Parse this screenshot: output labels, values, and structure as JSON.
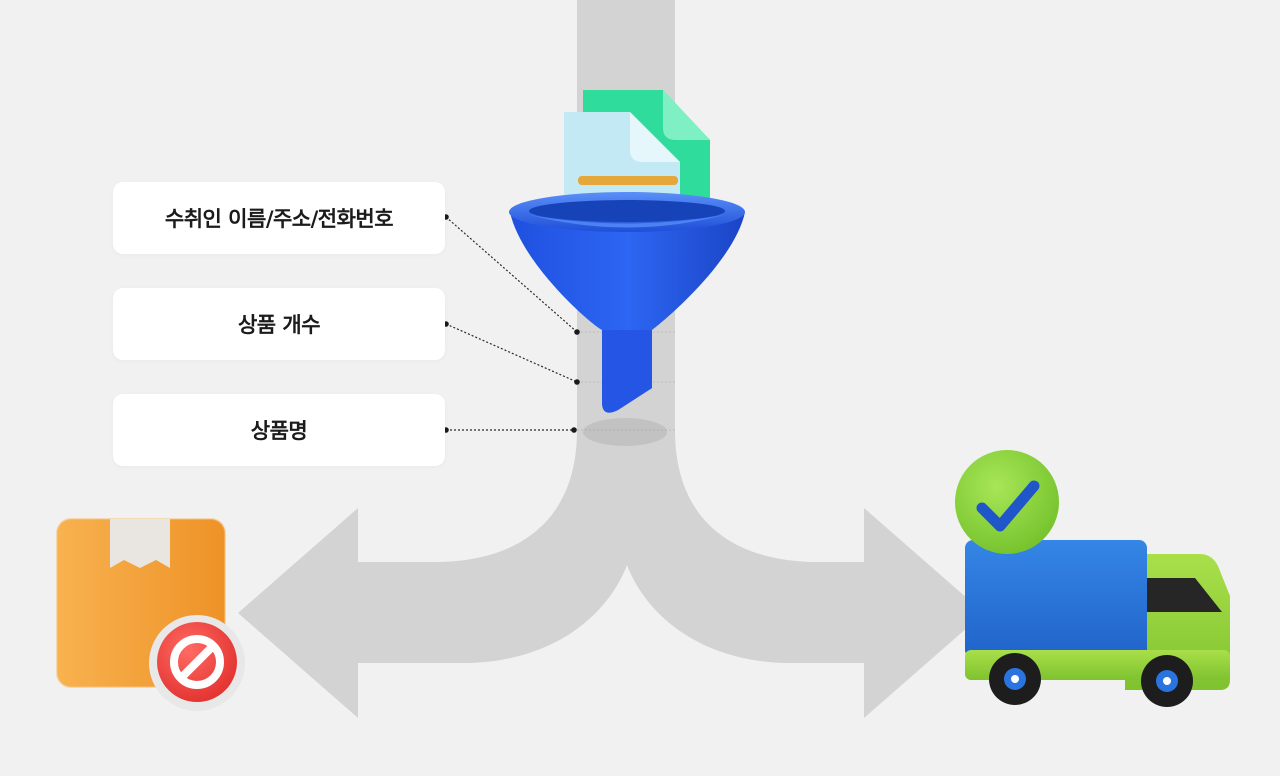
{
  "filter_labels": [
    "수취인 이름/주소/전화번호",
    "상품 개수",
    "상품명"
  ],
  "colors": {
    "background": "#f1f1f1",
    "flow_path": "#d2d2d2",
    "card": "#ffffff",
    "funnel": "#2e68f0",
    "document_front": "#bfe7f3",
    "document_back": "#2fdc9c",
    "box": "#f4a33c",
    "prohibited": "#f14a47",
    "truck_cargo": "#2a77dc",
    "truck_cab": "#97d43a",
    "check": "#8fd63f"
  },
  "icons": {
    "filter": "funnel-icon",
    "document": "document-icon",
    "rejected": "package-prohibited-icon",
    "approved": "delivery-truck-check-icon"
  }
}
